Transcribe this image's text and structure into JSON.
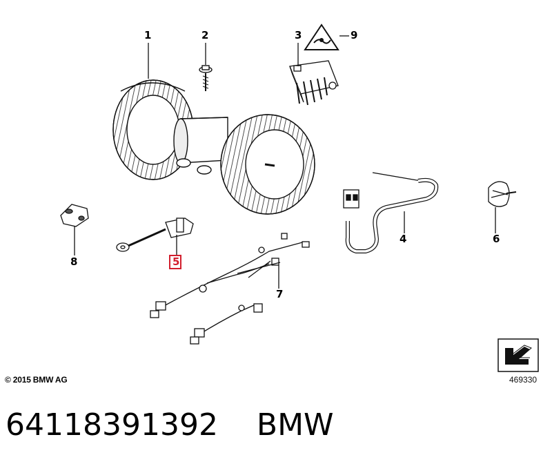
{
  "callouts": {
    "c1": "1",
    "c2": "2",
    "c3": "3",
    "c4": "4",
    "c5": "5",
    "c6": "6",
    "c7": "7",
    "c8": "8",
    "c9": "9"
  },
  "highlighted_part": "5",
  "highlight_color": "#d21e2d",
  "copyright": "© 2015 BMW AG",
  "drawing_number": "469330",
  "caption": {
    "part_number": "64118391392",
    "brand": "BMW"
  },
  "icons": {
    "warning": "hot-surface-warning-icon",
    "nav": "next-page-arrow-icon"
  }
}
